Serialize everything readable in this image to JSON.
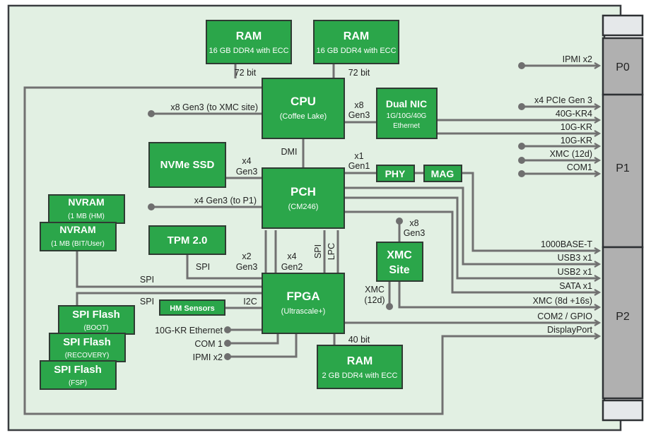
{
  "blocks": {
    "ram1": {
      "title": "RAM",
      "sub": "16 GB DDR4 with ECC"
    },
    "ram2": {
      "title": "RAM",
      "sub": "16 GB DDR4 with ECC"
    },
    "cpu": {
      "title": "CPU",
      "sub": "(Coffee Lake)"
    },
    "nic": {
      "title": "Dual NIC",
      "sub1": "1G/10G/40G",
      "sub2": "Ethernet"
    },
    "nvme": {
      "title": "NVMe SSD"
    },
    "pch": {
      "title": "PCH",
      "sub": "(CM246)"
    },
    "phy": {
      "title": "PHY"
    },
    "mag": {
      "title": "MAG"
    },
    "nvram_hm": {
      "title": "NVRAM",
      "sub": "(1 MB (HM)"
    },
    "nvram_bit": {
      "title": "NVRAM",
      "sub": "(1 MB (BIT/User)"
    },
    "tpm": {
      "title": "TPM 2.0"
    },
    "xmc": {
      "title1": "XMC",
      "title2": "Site"
    },
    "fpga": {
      "title": "FPGA",
      "sub": "(Ultrascale+)"
    },
    "hm": {
      "title": "HM Sensors"
    },
    "flash_boot": {
      "title": "SPI Flash",
      "sub": "(BOOT)"
    },
    "flash_recovery": {
      "title": "SPI Flash",
      "sub": "(RECOVERY)"
    },
    "flash_fsp": {
      "title": "SPI Flash",
      "sub": "(FSP)"
    },
    "ram3": {
      "title": "RAM",
      "sub": "2 GB DDR4 with ECC"
    }
  },
  "connectors": {
    "p0": "P0",
    "p1": "P1",
    "p2": "P2"
  },
  "labels": {
    "ram1_bus": "72 bit",
    "ram2_bus": "72 bit",
    "cpu_xmc": "x8 Gen3 (to XMC site)",
    "cpu_nic_1": "x8",
    "cpu_nic_2": "Gen3",
    "dmi": "DMI",
    "nvme_1": "x4",
    "nvme_2": "Gen3",
    "pch_phy_1": "x1",
    "pch_phy_2": "Gen1",
    "pch_p1": "x4 Gen3 (to P1)",
    "tpm_spi": "SPI",
    "fpga_x2_1": "x2",
    "fpga_x2_2": "Gen3",
    "fpga_x4_1": "x4",
    "fpga_x4_2": "Gen2",
    "pch_spi": "SPI",
    "pch_lpc": "LPC",
    "nvram_spi": "SPI",
    "flash_spi": "SPI",
    "i2c": "I2C",
    "fpga_10g": "10G-KR Ethernet",
    "fpga_com1": "COM 1",
    "fpga_ipmi": "IPMI x2",
    "xmc_x8_1": "x8",
    "xmc_x8_2": "Gen3",
    "xmc_12d_1": "XMC",
    "xmc_12d_2": "(12d)",
    "ram3_bus": "40 bit"
  },
  "p0_signals": [
    "IPMI x2"
  ],
  "p1_signals": [
    "x4 PCIe Gen 3",
    "40G-KR4",
    "10G-KR",
    "10G-KR",
    "XMC (12d)",
    "COM1"
  ],
  "p2_signals": [
    "1000BASE-T",
    "USB3 x1",
    "USB2 x1",
    "SATA x1",
    "XMC (8d +16s)",
    "COM2 / GPIO",
    "DisplayPort"
  ]
}
